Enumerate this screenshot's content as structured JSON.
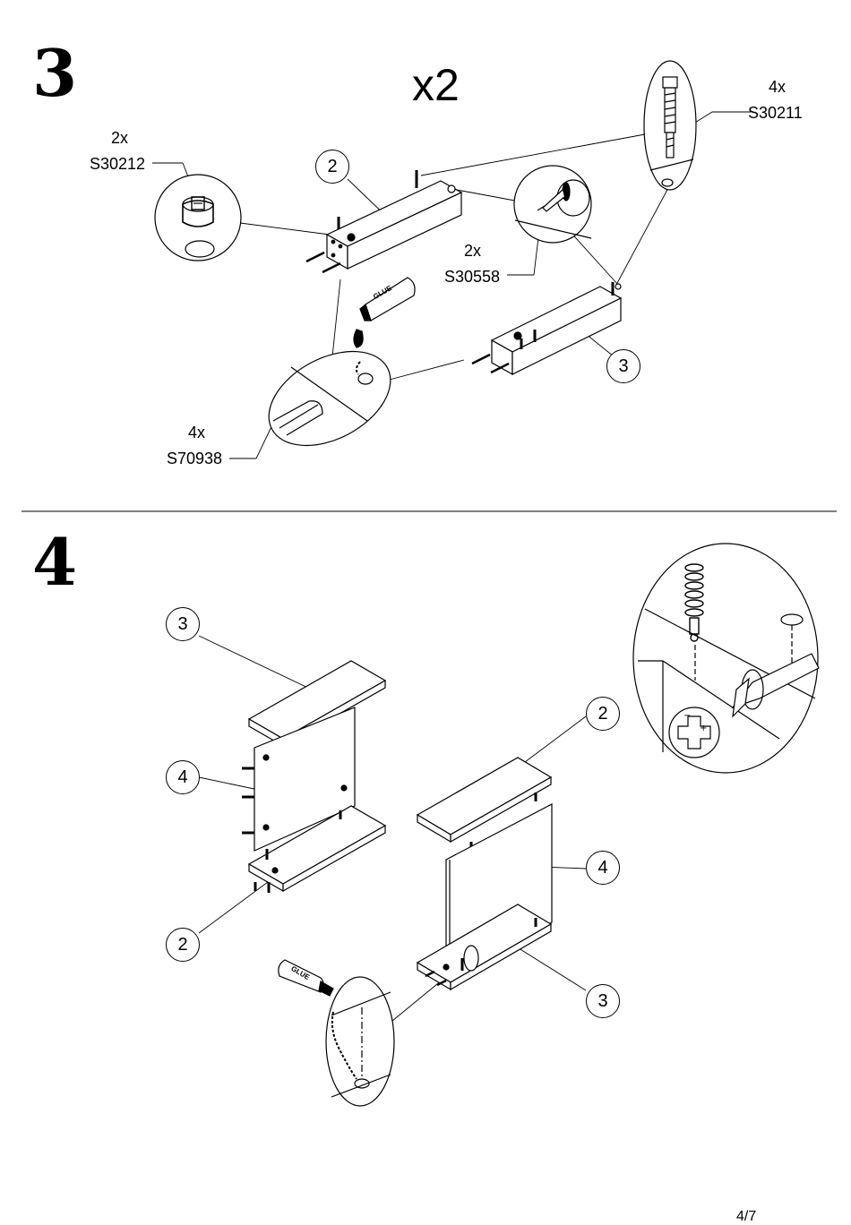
{
  "step3": {
    "number": "3",
    "multiplier": "x2",
    "parts": [
      {
        "qty": "2x",
        "code": "S30212"
      },
      {
        "qty": "4x",
        "code": "S30211"
      },
      {
        "qty": "2x",
        "code": "S30558"
      },
      {
        "qty": "4x",
        "code": "S70938"
      }
    ],
    "callouts": [
      "2",
      "3"
    ],
    "glue_label": "GLUE"
  },
  "step4": {
    "number": "4",
    "callouts": [
      "3",
      "4",
      "2",
      "2",
      "4",
      "3"
    ],
    "glue_label": "GLUE"
  },
  "footer": {
    "page": "4/7"
  }
}
